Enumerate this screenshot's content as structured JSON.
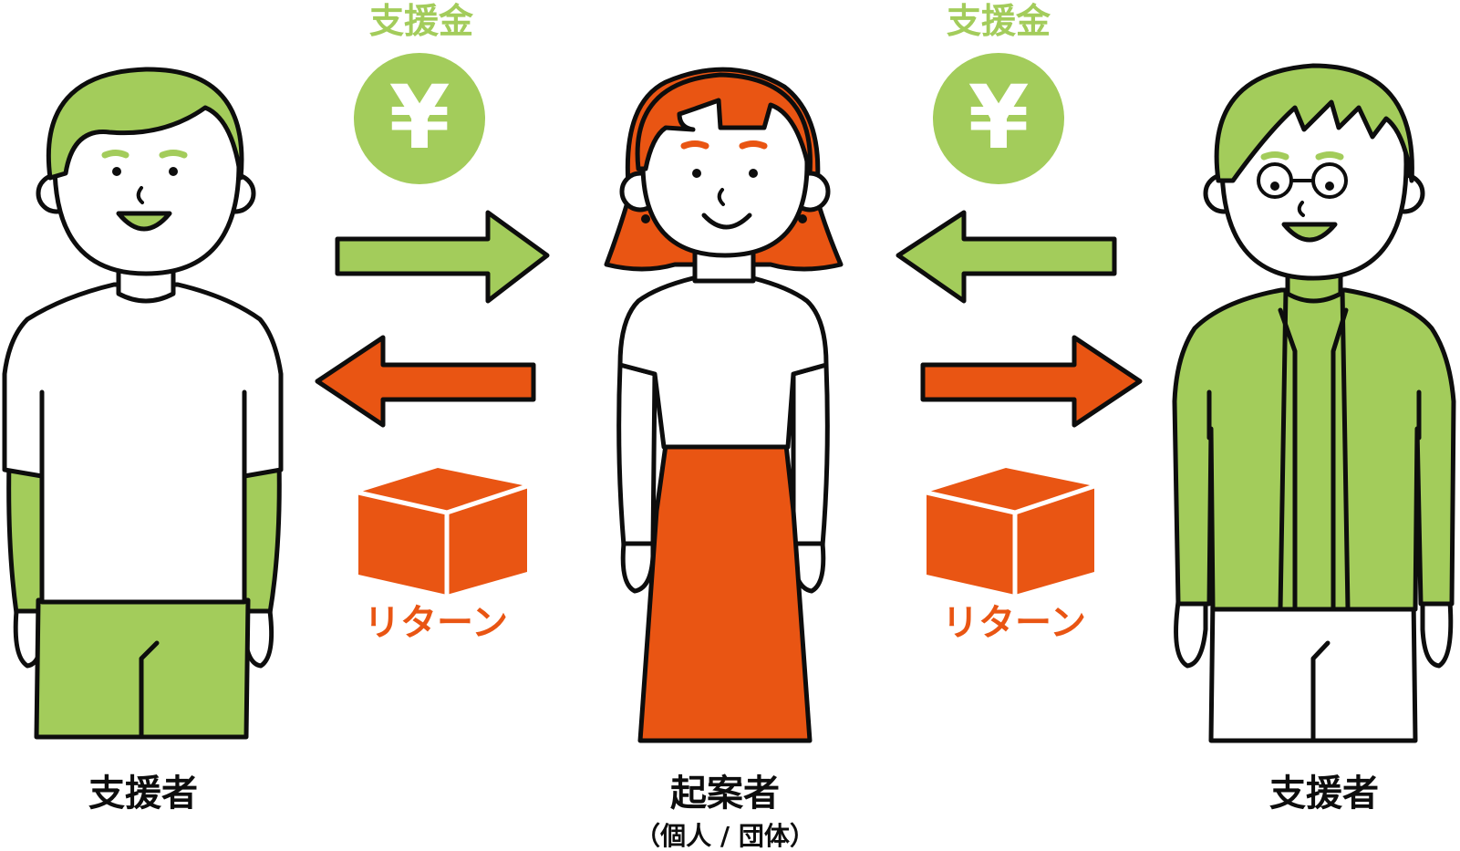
{
  "colors": {
    "green": "#a3cc5b",
    "orange": "#e95513",
    "outline": "#0d0d0d",
    "white": "#ffffff"
  },
  "labels": {
    "funds_left": "支援金",
    "funds_right": "支援金",
    "yen_symbol": "¥",
    "return_left": "リターン",
    "return_right": "リターン",
    "supporter_left": "支援者",
    "project_owner": "起案者",
    "project_owner_sub": "（個人 / 団体）",
    "supporter_right": "支援者"
  }
}
